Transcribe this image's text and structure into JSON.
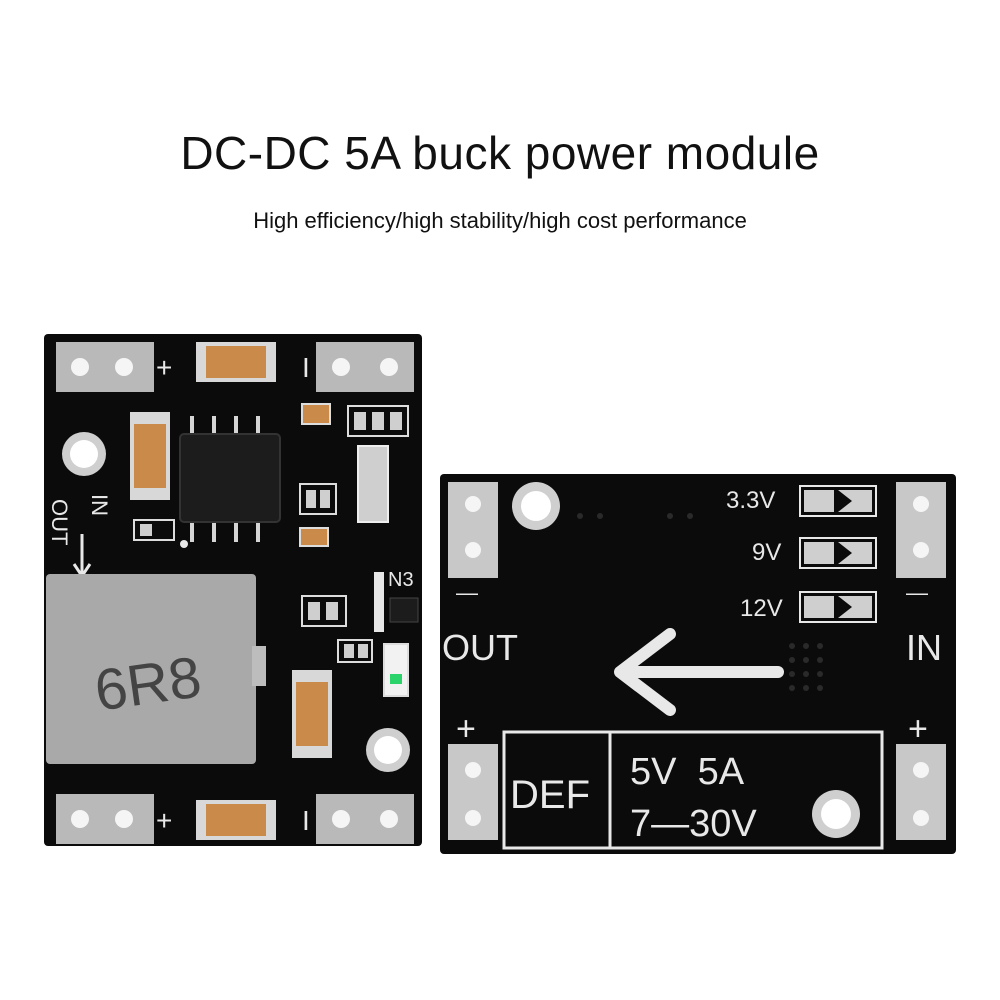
{
  "header": {
    "title": "DC-DC 5A buck power module",
    "subtitle": "High efficiency/high stability/high cost performance"
  },
  "front_board": {
    "plus_top": "+",
    "minus_top": "I",
    "plus_bottom": "+",
    "minus_bottom": "I",
    "in_label": "IN",
    "out_label": "OUT",
    "inductor_marking": "6R8",
    "chip_marking": "N3"
  },
  "back_board": {
    "voltage_options": [
      "3.3V",
      "9V",
      "12V"
    ],
    "out_label": "OUT",
    "in_label": "IN",
    "plus_left": "+",
    "minus_left": "—",
    "plus_right": "+",
    "minus_right": "—",
    "def_label": "DEF",
    "spec_output": "5V  5A",
    "spec_input": "7—30V"
  },
  "colors": {
    "pcb": "#0b0b0b",
    "silkscreen": "#e8e8e8",
    "pad": "#c8c8c8",
    "capacitor": "#c98a4a",
    "inductor": "#a9a9a9",
    "led": "#2bd46a"
  }
}
